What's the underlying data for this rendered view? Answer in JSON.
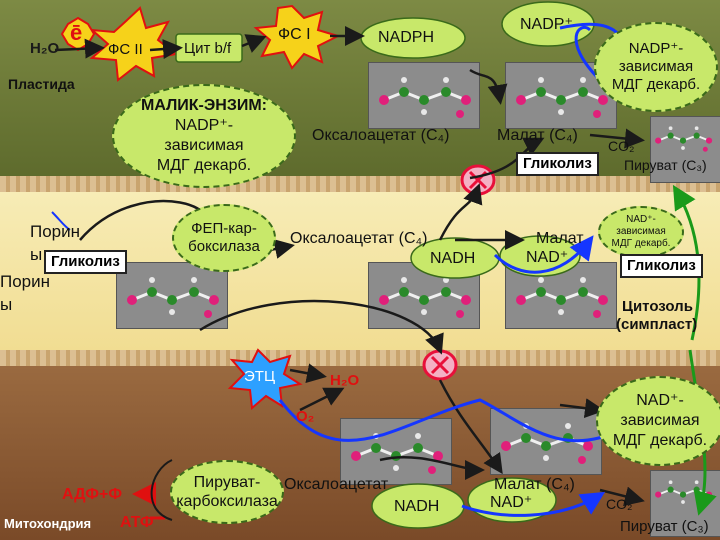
{
  "colors": {
    "chloroplast_bg": "#6f7a3a",
    "cytosol_bg": "#f6e9a8",
    "mito_bg": "#8a5a34",
    "membrane": "#d8b88a",
    "oval_fill": "#c8e86a",
    "burst_fill": "#f6d21a",
    "burst_edge": "#e01010",
    "etc_fill": "#2da0ff",
    "arrow_black": "#1a1a1a",
    "arrow_blue": "#1536ff",
    "arrow_green": "#1a9a1a",
    "arrow_red": "#e01010",
    "channel": "#e8103a"
  },
  "chloroplast": {
    "h2o": "H₂O",
    "electron": "ē",
    "fs2": "ФС II",
    "cyt": "Цит b/f",
    "fs1": "ФС I",
    "nadph": "NADPH",
    "nadp_plus": "NADP⁺",
    "label": "Пластида",
    "malic_enzyme_title": "МАЛИК-ЭНЗИМ:",
    "malic_enzyme_desc_1": "NADP⁺-",
    "malic_enzyme_desc_2": "зависимая",
    "malic_enzyme_desc_3": "МДГ декарб.",
    "nadp_mdh_1": "NADP⁺-",
    "nadp_mdh_2": "зависимая",
    "nadp_mdh_3": "МДГ декарб.",
    "oxaloacetate": "Оксалоацетат (С₄)",
    "malate": "Малат (С₄)",
    "co2": "CO₂",
    "glycolysis": "Гликолиз",
    "pyruvate": "Пируват (С₃)"
  },
  "cytosol": {
    "porin_top": "Порин",
    "porin_top_2": "ы",
    "glycolysis_left": "Гликолиз",
    "pep_carboxylase_1": "ФЕП-кар-",
    "pep_carboxylase_2": "боксилаза",
    "oxaloacetate": "Оксалоацетат (С₄)",
    "malate": "Малат",
    "small_mdh_1": "NAD⁺-",
    "small_mdh_2": "зависимая",
    "small_mdh_3": "МДГ декарб.",
    "glycolysis_right": "Гликолиз",
    "nadh": "NADH",
    "nad_plus": "NAD⁺",
    "porin_bottom": "Порин",
    "porin_bottom_2": "ы",
    "label_1": "Цитозоль",
    "label_2": "(симпласт)"
  },
  "mitochondrion": {
    "etc": "ЭТЦ",
    "h2o": "H₂O",
    "o2": "O₂",
    "nad_mdh_1": "NAD⁺-",
    "nad_mdh_2": "зависимая",
    "nad_mdh_3": "МДГ декарб.",
    "pyruvate_carboxylase_1": "Пируват-",
    "pyruvate_carboxylase_2": "карбоксилаза",
    "oxaloacetate": "Оксалоацетат",
    "malate": "Малат (С₄)",
    "nadh": "NADH",
    "nad_plus": "NAD⁺",
    "co2": "CO₂",
    "pyruvate": "Пируват (С₃)",
    "adp": "АДФ+Ф",
    "atp": "АТФ",
    "label": "Митохондрия"
  }
}
